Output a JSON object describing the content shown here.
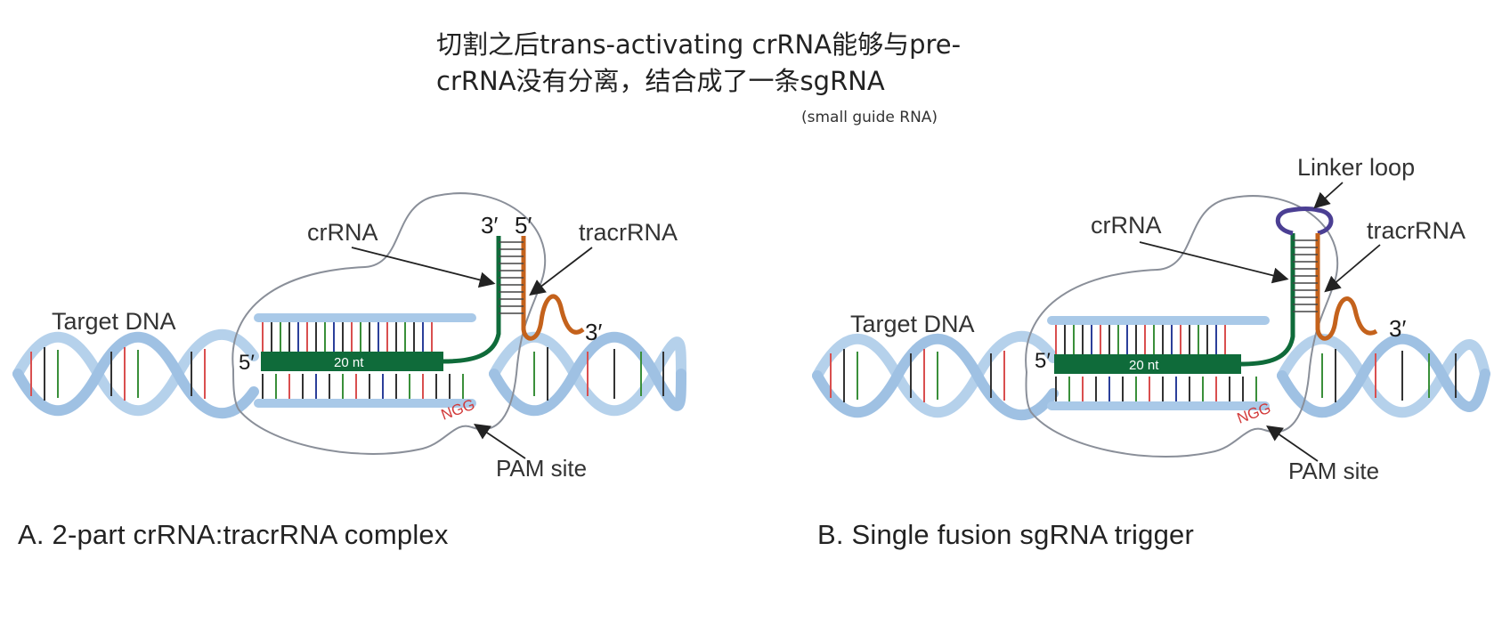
{
  "headline": {
    "line1": "切割之后trans-activating crRNA能够与pre-",
    "line2": "crRNA没有分离，结合成了一条sgRNA"
  },
  "subnote": "(small guide RNA)",
  "panel_a": {
    "caption": "A. 2-part crRNA:tracrRNA complex",
    "target_dna": "Target DNA",
    "crrna": "crRNA",
    "tracrrna": "tracrRNA",
    "three_prime": "3′",
    "five_prime": "5′",
    "three_prime_tail": "3′",
    "five_prime_left": "5′",
    "nt_label": "20 nt",
    "pam_seq": "NGG",
    "pam_site": "PAM site"
  },
  "panel_b": {
    "caption": "B. Single fusion sgRNA trigger",
    "target_dna": "Target DNA",
    "crrna": "crRNA",
    "tracrrna": "tracrRNA",
    "linker_loop": "Linker loop",
    "three_prime_tail": "3′",
    "five_prime_left": "5′",
    "nt_label": "20 nt",
    "pam_seq": "NGG",
    "pam_site": "PAM site"
  },
  "colors": {
    "helix": "#a9c9e8",
    "guide": "#0f6b3a",
    "tracr": "#c4621c",
    "linker": "#4b3f93",
    "cas9_outline": "#8a8f99",
    "pam": "#d23a3a"
  }
}
